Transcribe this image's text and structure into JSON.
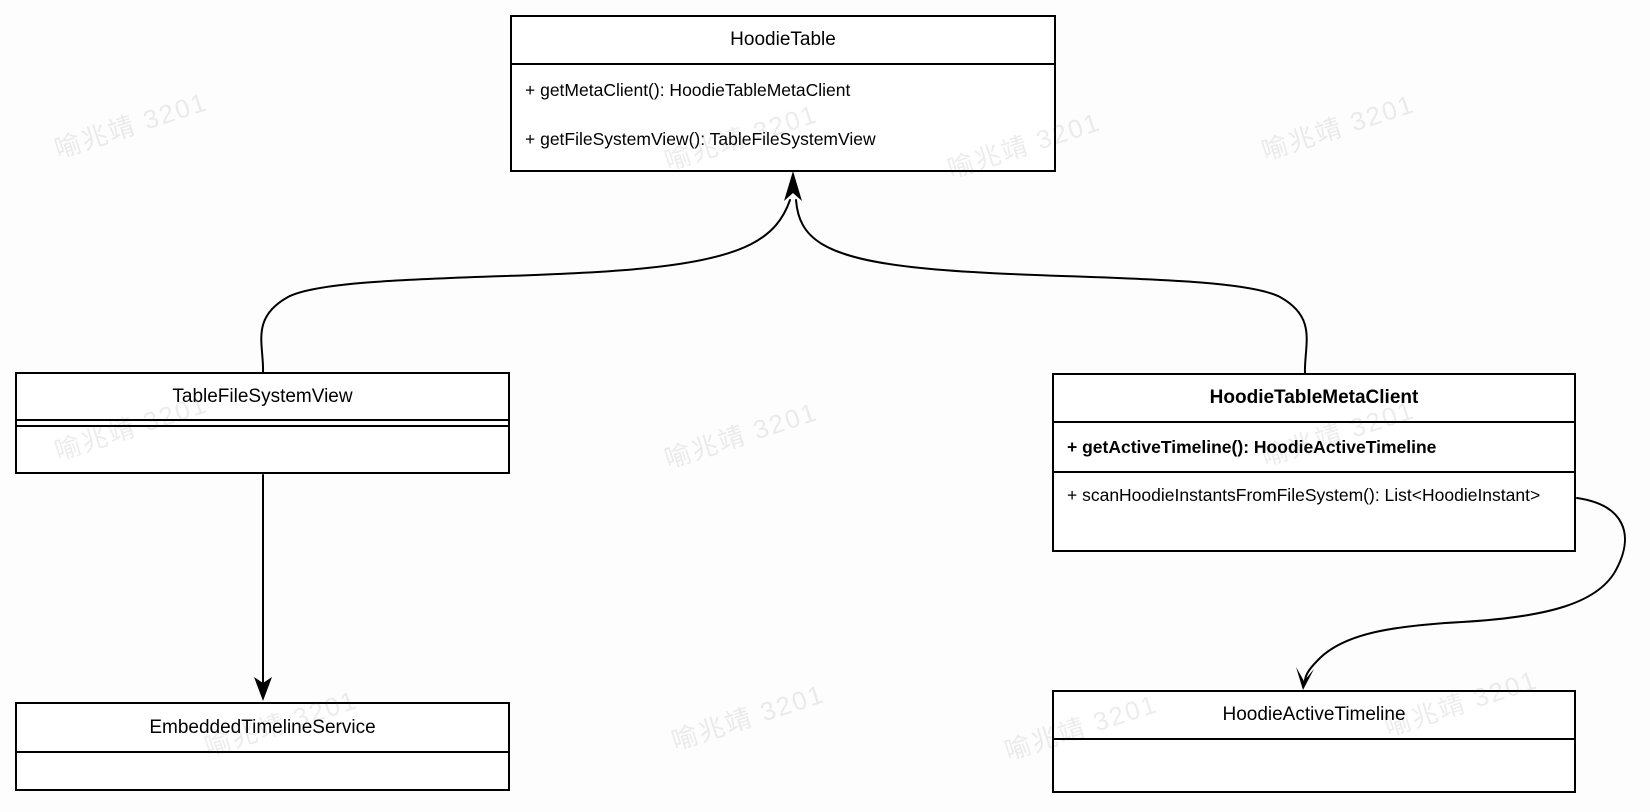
{
  "watermark": {
    "text": "喻兆靖 3201"
  },
  "colors": {
    "border": "#000000",
    "text": "#000000",
    "background": "#ffffff",
    "watermark": "#e5e5e5"
  },
  "classes": [
    {
      "title": "HoodieTable",
      "methods": [
        "+ getMetaClient(): HoodieTableMetaClient",
        "+ getFileSystemView(): TableFileSystemView"
      ]
    },
    {
      "title": "TableFileSystemView",
      "methods": []
    },
    {
      "title": "HoodieTableMetaClient",
      "methods": [
        "+ getActiveTimeline(): HoodieActiveTimeline",
        "+ scanHoodieInstantsFromFileSystem(): List<HoodieInstant>"
      ]
    },
    {
      "title": "EmbeddedTimelineService",
      "methods": []
    },
    {
      "title": "HoodieActiveTimeline",
      "methods": []
    }
  ],
  "relationships": [
    {
      "from": "TableFileSystemView",
      "to": "HoodieTable",
      "type": "arrow"
    },
    {
      "from": "HoodieTableMetaClient",
      "to": "HoodieTable",
      "type": "arrow"
    },
    {
      "from": "TableFileSystemView",
      "to": "EmbeddedTimelineService",
      "type": "arrow"
    },
    {
      "from": "HoodieTableMetaClient",
      "to": "HoodieActiveTimeline",
      "type": "arrow"
    }
  ]
}
